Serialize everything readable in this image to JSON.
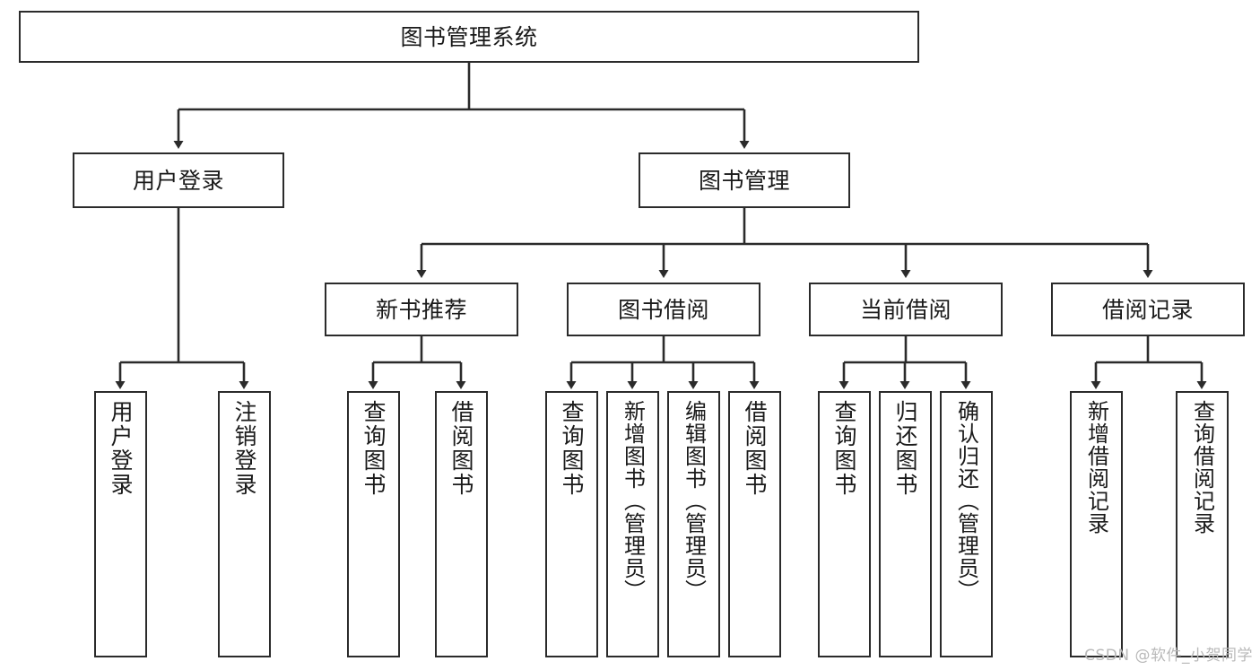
{
  "diagram": {
    "title": "图书管理系统",
    "watermark": "CSDN @软件_小贺同学",
    "line_color": "#2b2b2b",
    "box_fill": "#ffffff",
    "text_color": "#1a1a1a",
    "watermark_color": "#b9b9b9",
    "root": {
      "label": "图书管理系统"
    },
    "level2": [
      {
        "label": "用户登录"
      },
      {
        "label": "图书管理"
      }
    ],
    "level3": [
      {
        "label": "新书推荐"
      },
      {
        "label": "图书借阅"
      },
      {
        "label": "当前借阅"
      },
      {
        "label": "借阅记录"
      }
    ],
    "leaves": {
      "user_login": [
        {
          "label": "用户登录"
        },
        {
          "label": "注销登录"
        }
      ],
      "new_book_recommend": [
        {
          "label": "查询图书"
        },
        {
          "label": "借阅图书"
        }
      ],
      "book_borrow": [
        {
          "label": "查询图书"
        },
        {
          "label": "新增图书（管理员）"
        },
        {
          "label": "编辑图书（管理员）"
        },
        {
          "label": "借阅图书"
        }
      ],
      "current_borrow": [
        {
          "label": "查询图书"
        },
        {
          "label": "归还图书"
        },
        {
          "label": "确认归还（管理员）"
        }
      ],
      "borrow_record": [
        {
          "label": "新增借阅记录"
        },
        {
          "label": "查询借阅记录"
        }
      ]
    }
  }
}
